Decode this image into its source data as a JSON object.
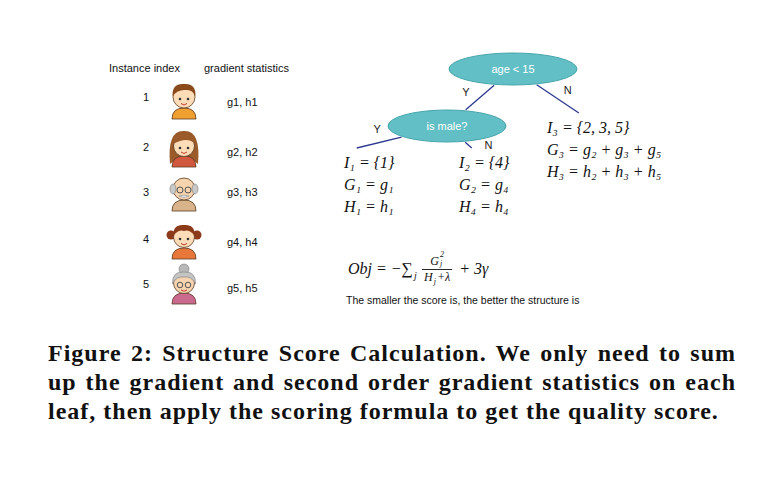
{
  "diagram": {
    "caption": "Figure 2: Structure Score Calculation. We only need to sum up the gradient and second order gradient statistics on each leaf, then apply the scoring formula to get the quality score.",
    "nodes": [
      {
        "text": [
          "age < 15"
        ]
      },
      {
        "text": [
          "is male?"
        ]
      },
      {
        "text": [
          "I₁ = {1}",
          "G₁ = g₁",
          "H₁ = h₁"
        ]
      },
      {
        "text": [
          "I₂ = {4}",
          "G₂ = g₄",
          "H₄ = h₄"
        ]
      },
      {
        "text": [
          "I₃ = {2, 3, 5}",
          "G₃ = g₂ + g₃ + g₅",
          "H₃ = h₂ + h₃ + h₅"
        ]
      }
    ],
    "edges": [
      {
        "from": 0,
        "to": 1,
        "label": "Y",
        "arrow": "none"
      },
      {
        "from": 0,
        "to": 4,
        "label": "N",
        "arrow": "none"
      },
      {
        "from": 1,
        "to": 2,
        "label": "Y",
        "arrow": "none"
      },
      {
        "from": 1,
        "to": 3,
        "label": "N",
        "arrow": "none"
      }
    ],
    "labels": [
      "Instance index",
      "gradient statistics",
      "1",
      "g1, h1",
      "2",
      "g2, h2",
      "3",
      "g3, h3",
      "4",
      "g4, h4",
      "5",
      "g5, h5",
      "Obj = −∑",
      "j",
      "G",
      "2",
      "j",
      "H",
      "j",
      "+λ",
      "+ 3γ",
      "The smaller the score is, the better the structure is"
    ]
  }
}
